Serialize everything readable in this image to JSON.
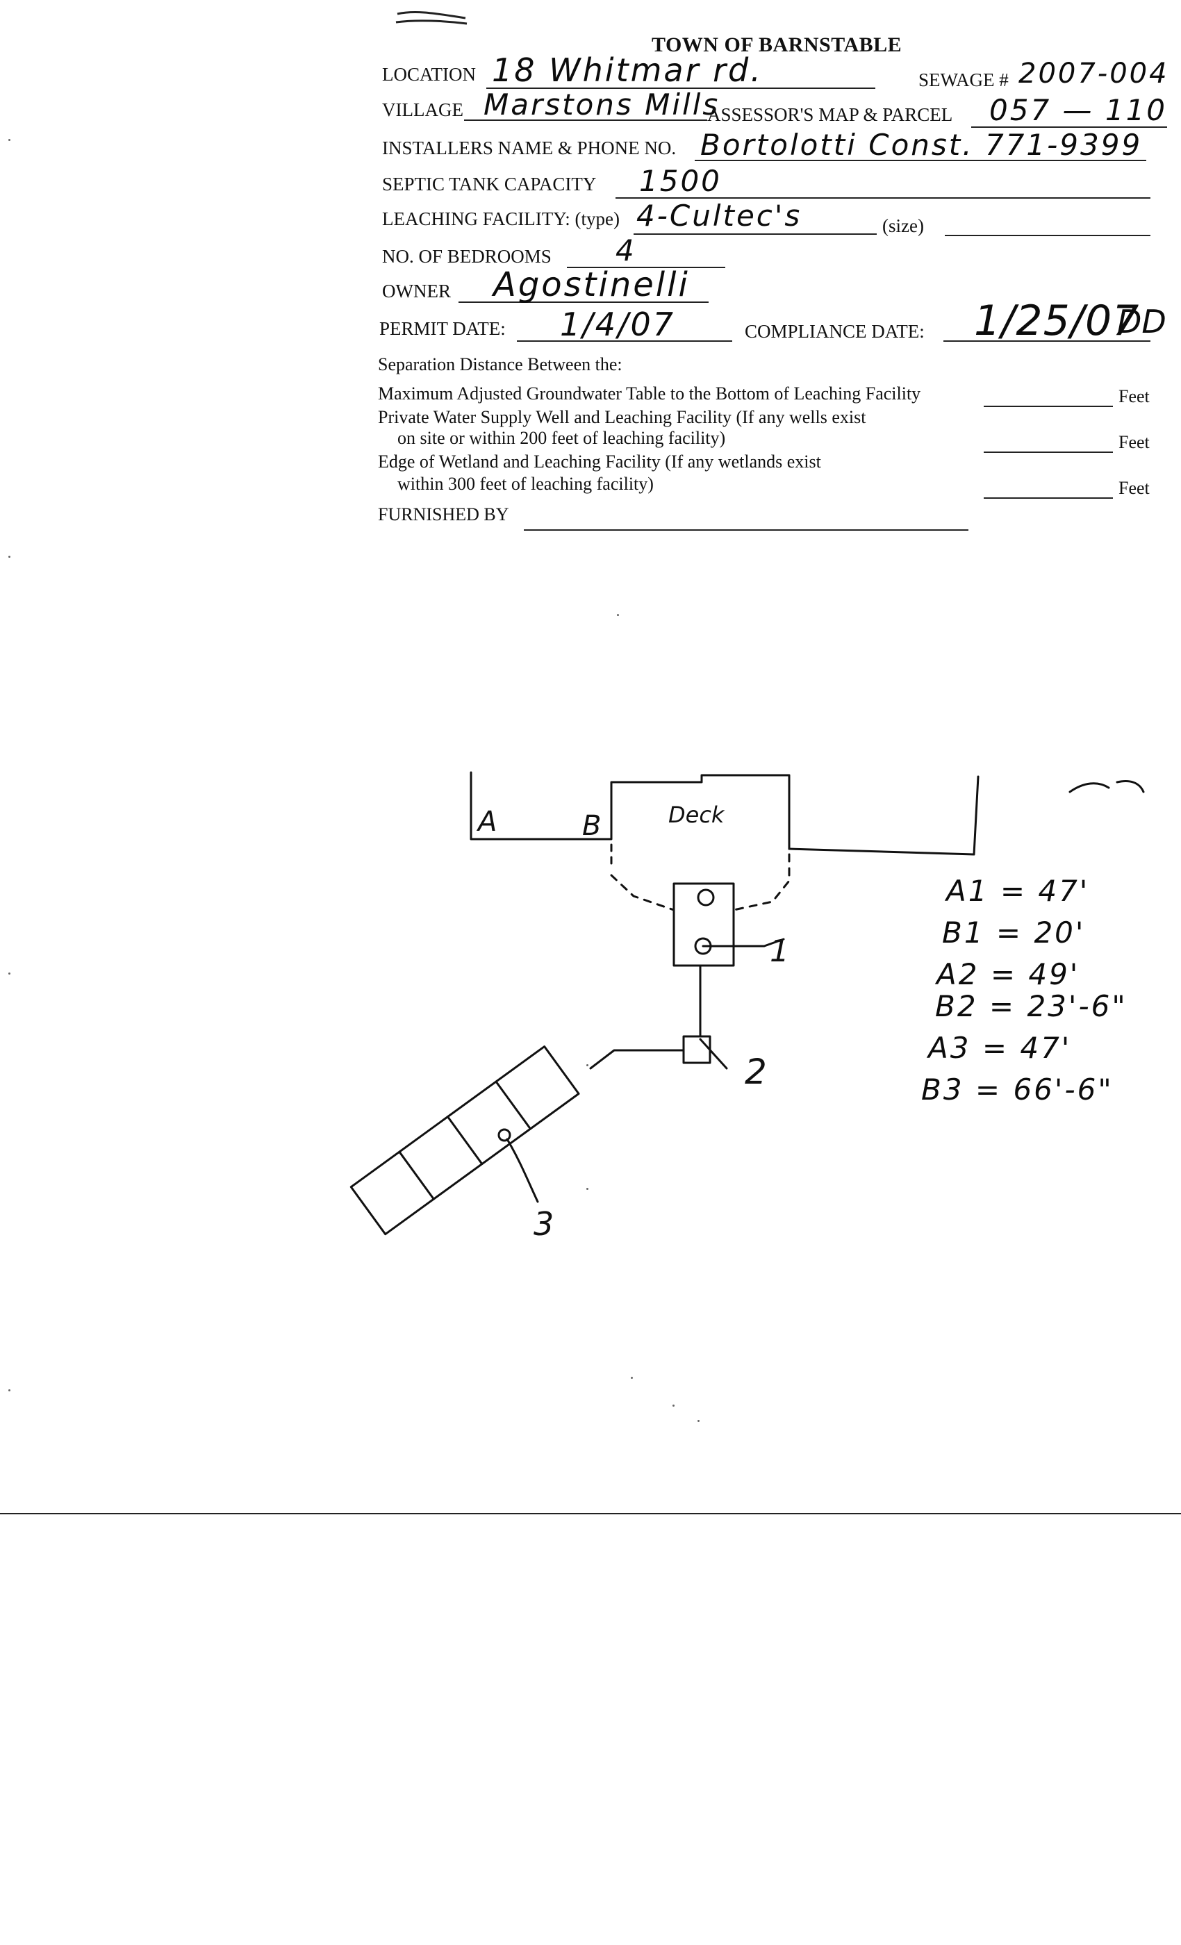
{
  "form": {
    "title": "TOWN OF BARNSTABLE",
    "location_label": "LOCATION",
    "location_value": "18 Whitmar rd.",
    "sewage_label": "SEWAGE #",
    "sewage_value": "2007-004",
    "village_label": "VILLAGE",
    "village_value": "Marstons Mills",
    "assessor_label": "ASSESSOR'S MAP & PARCEL",
    "assessor_value": "057 — 110",
    "installer_label": "INSTALLERS NAME & PHONE NO.",
    "installer_value": "Bortolotti Const. 771-9399",
    "septic_label": "SEPTIC TANK CAPACITY",
    "septic_value": "1500",
    "leaching_label": "LEACHING FACILITY: (type)",
    "leaching_value": "4-Cultec's",
    "size_label": "(size)",
    "bedrooms_label": "NO. OF BEDROOMS",
    "bedrooms_value": "4",
    "owner_label": "OWNER",
    "owner_value": "Agostinelli",
    "permit_label": "PERMIT DATE:",
    "permit_value": "1/4/07",
    "compliance_label": "COMPLIANCE DATE:",
    "compliance_value": "1/25/07",
    "compliance_initials": "DD",
    "separation_heading": "Separation Distance Between the:",
    "sep1_line1": "Maximum Adjusted Groundwater Table to the Bottom of Leaching Facility",
    "sep2_line1": "Private Water Supply Well and Leaching Facility (If any wells exist",
    "sep2_line2": "on site or within 200 feet of leaching facility)",
    "sep3_line1": "Edge of Wetland and Leaching Facility (If any wetlands exist",
    "sep3_line2": "within 300 feet of leaching facility)",
    "feet_label": "Feet",
    "furnished_label": "FURNISHED BY"
  },
  "sketch": {
    "point_a": "A",
    "point_b": "B",
    "deck_label": "Deck",
    "marker_1": "1",
    "marker_2": "2",
    "marker_3": "3"
  },
  "measurements": [
    {
      "label": "A1",
      "value": "= 47'"
    },
    {
      "label": "B1",
      "value": "= 20'"
    },
    {
      "label": "A2",
      "value": "= 49'"
    },
    {
      "label": "B2",
      "value": "= 23'-6\""
    },
    {
      "label": "A3",
      "value": "= 47'"
    },
    {
      "label": "B3",
      "value": "= 66'-6\""
    }
  ]
}
